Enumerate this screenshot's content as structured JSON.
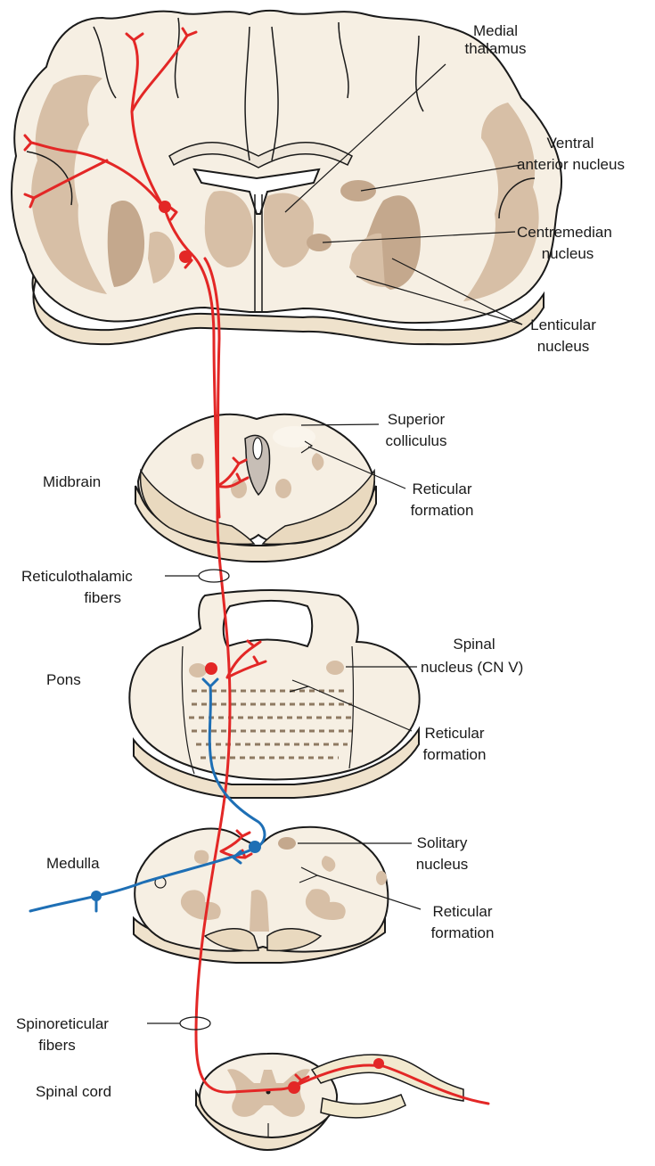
{
  "labels": {
    "medial_thalamus": [
      "Medial",
      "thalamus"
    ],
    "ventral_anterior_nucleus": [
      "Ventral",
      "anterior nucleus"
    ],
    "centremedian_nucleus": [
      "Centremedian",
      "nucleus"
    ],
    "lenticular_nucleus": [
      "Lenticular",
      "nucleus"
    ],
    "superior_colliculus": [
      "Superior",
      "colliculus"
    ],
    "midbrain": "Midbrain",
    "reticular_formation_midbrain": [
      "Reticular",
      "formation"
    ],
    "reticulothalamic_fibers": [
      "Reticulothalamic",
      "fibers"
    ],
    "pons": "Pons",
    "spinal_nucleus": [
      "Spinal",
      "nucleus (CN V)"
    ],
    "reticular_formation_pons": [
      "Reticular",
      "formation"
    ],
    "medulla": "Medulla",
    "solitary_nucleus": [
      "Solitary",
      "nucleus"
    ],
    "reticular_formation_medulla": [
      "Reticular",
      "formation"
    ],
    "spinoreticular_fibers": [
      "Spinoreticular",
      "fibers"
    ],
    "spinal_cord": "Spinal cord"
  },
  "colors": {
    "ascending_pathway": "#e32726",
    "afferent_pathway": "#1e6fb5",
    "gray_matter": "#d7bfa6",
    "tissue": "#f6efe3"
  }
}
